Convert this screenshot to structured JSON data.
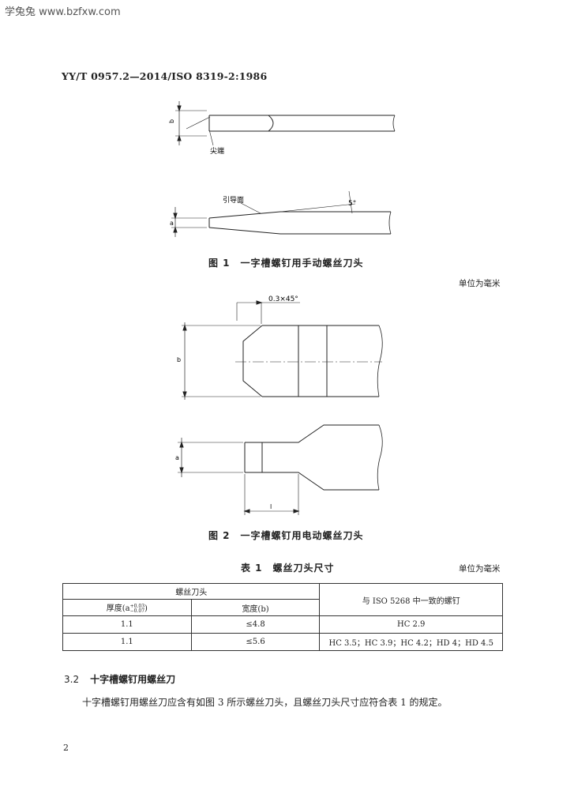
{
  "watermark": "学兔兔 www.bzfxw.com",
  "standard_code": "YY/T 0957.2—2014/ISO 8319-2:1986",
  "figure1": {
    "label_b": "b",
    "label_tip": "尖端",
    "label_guide": "引导面",
    "label_angle": "5°",
    "label_a": "a",
    "caption": "图 1　一字槽螺钉用手动螺丝刀头"
  },
  "figure2": {
    "unit": "单位为毫米",
    "label_chamfer": "0.3×45°",
    "label_b": "b",
    "label_a": "a",
    "label_l": "l",
    "caption": "图 2　一字槽螺钉用电动螺丝刀头"
  },
  "table1": {
    "title": "表 1　螺丝刀头尺寸",
    "unit": "单位为毫米",
    "header_group": "螺丝刀头",
    "header_thickness_pre": "厚度(a",
    "header_thickness_sup": "+0.03",
    "header_thickness_sub": "−0.07",
    "header_thickness_post": ")",
    "header_width": "宽度(b)",
    "header_screw": "与 ISO 5268 中一致的螺钉",
    "rows": [
      {
        "thickness": "1.1",
        "width": "≤4.8",
        "screw": "HC 2.9"
      },
      {
        "thickness": "1.1",
        "width": "≤5.6",
        "screw": "HC 3.5；HC 3.9；HC 4.2；HD 4；HD 4.5"
      }
    ]
  },
  "section": {
    "number": "3.2",
    "title": "十字槽螺钉用螺丝刀",
    "paragraph": "十字槽螺钉用螺丝刀应含有如图 3 所示螺丝刀头，且螺丝刀头尺寸应符合表 1 的规定。"
  },
  "page_number": "2"
}
